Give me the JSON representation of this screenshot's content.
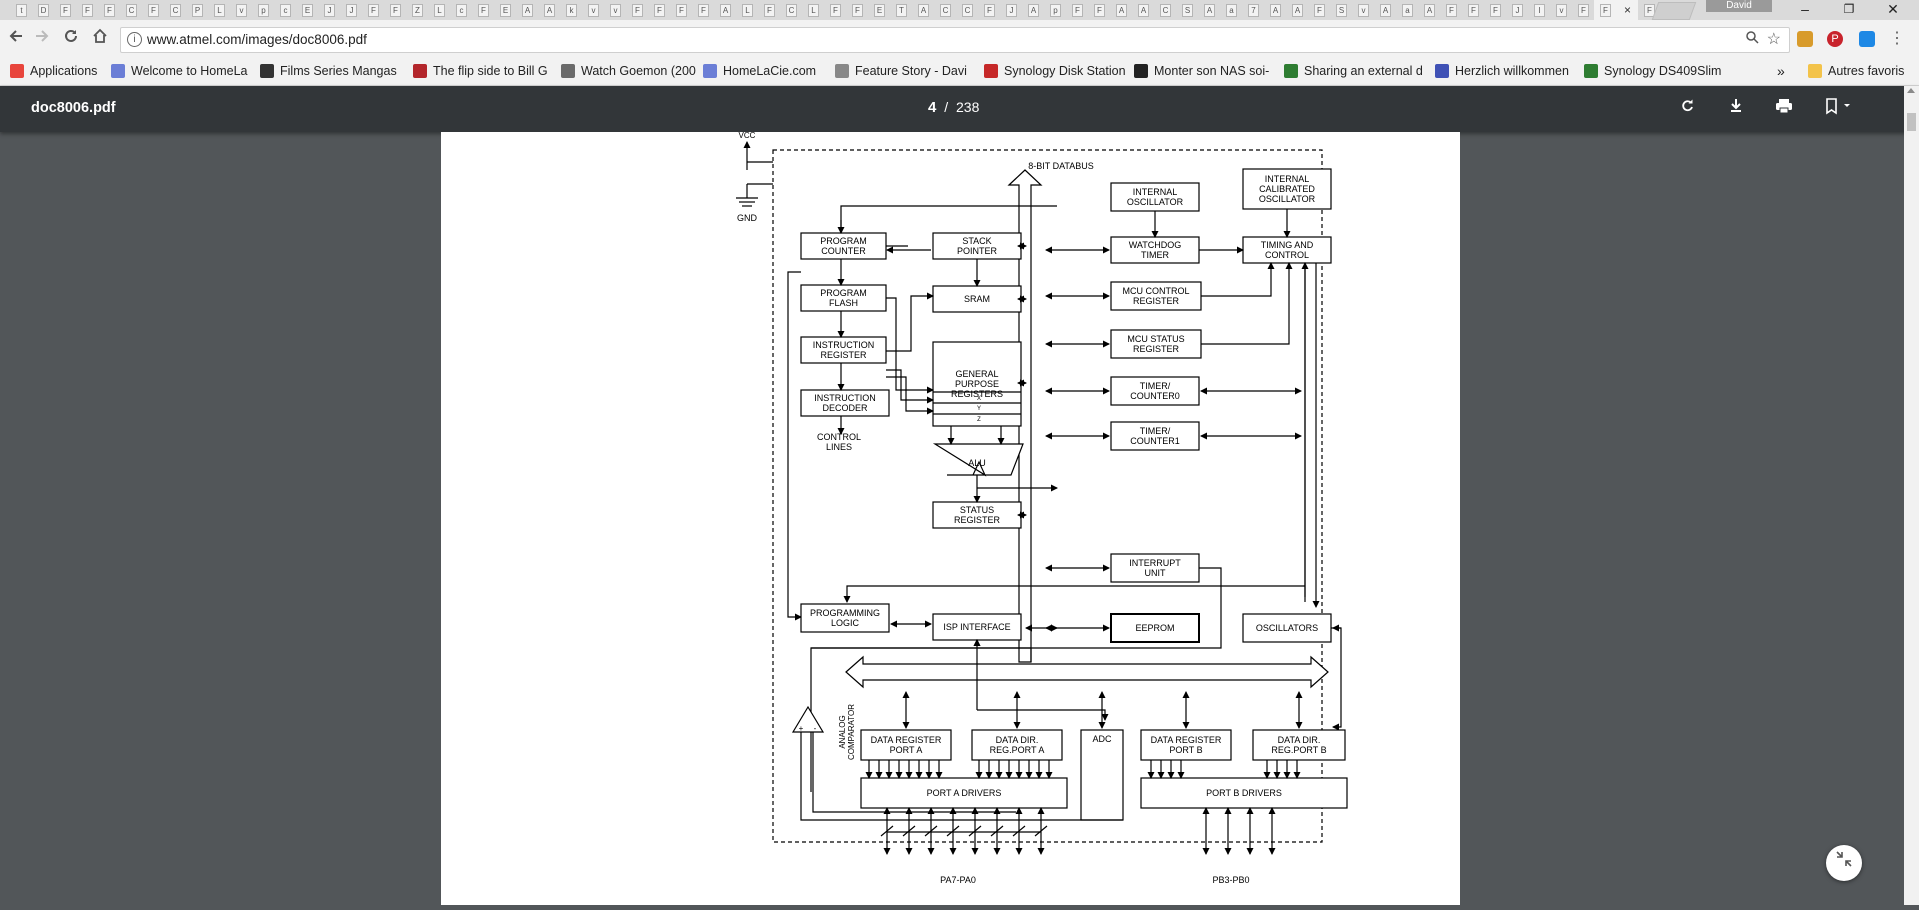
{
  "browser": {
    "tab_letters": [
      "t",
      "D",
      "F",
      "F",
      "F",
      "C",
      "F",
      "C",
      "P",
      "L",
      "v",
      "p",
      "c",
      "E",
      "J",
      "J",
      "F",
      "F",
      "Z",
      "L",
      "c",
      "F",
      "E",
      "A",
      "A",
      "k",
      "v",
      "v",
      "F",
      "F",
      "F",
      "F",
      "A",
      "L",
      "F",
      "C",
      "L",
      "F",
      "F",
      "E",
      "T",
      "A",
      "C",
      "C",
      "F",
      "J",
      "A",
      "p",
      "F",
      "F",
      "A",
      "A",
      "C",
      "S",
      "A",
      "a",
      "7",
      "A",
      "A",
      "F",
      "S",
      "v",
      "A",
      "a",
      "A",
      "F",
      "F",
      "F",
      "J",
      "I",
      "v",
      "F"
    ],
    "active_tab_letter": "F",
    "active_tab_close": "×",
    "after_tab_letters": [
      "F",
      "V"
    ],
    "profile_name": "David",
    "window": {
      "minimize": "–",
      "restore": "❐",
      "close": "✕"
    },
    "url": "www.atmel.com/images/doc8006.pdf",
    "bookmarks": [
      {
        "label": "Applications",
        "icon": "apps-grid-icon",
        "color": "#e8453c"
      },
      {
        "label": "Welcome to HomeLa",
        "icon": "feather-icon",
        "color": "#6b7ed6"
      },
      {
        "label": "Films Series Mangas",
        "icon": "dp-icon",
        "color": "#333333"
      },
      {
        "label": "The flip side to Bill G",
        "icon": "ni-icon",
        "color": "#b3262b"
      },
      {
        "label": "Watch Goemon (200",
        "icon": "folder-icon",
        "color": "#6a6a6a"
      },
      {
        "label": "HomeLaCie.com",
        "icon": "feather-icon",
        "color": "#6b7ed6"
      },
      {
        "label": "Feature Story - Davi",
        "icon": "page-icon",
        "color": "#888888"
      },
      {
        "label": "Synology Disk Station",
        "icon": "synology-icon",
        "color": "#c62828"
      },
      {
        "label": "Monter son NAS soi-",
        "icon": "tw-icon",
        "color": "#222222"
      },
      {
        "label": "Sharing an external d",
        "icon": "x-icon",
        "color": "#2e7d32"
      },
      {
        "label": "Herzlich willkommen",
        "icon": "stripes-icon",
        "color": "#3f51b5"
      },
      {
        "label": "Synology DS409Slim",
        "icon": "star-icon",
        "color": "#2e7d32"
      }
    ],
    "bookmarks_overflow": "»",
    "other_bookmarks": "Autres favoris"
  },
  "pdf": {
    "filename": "doc8006.pdf",
    "current_page": "4",
    "separator": "/",
    "total_pages": "238"
  },
  "diagram": {
    "vcc": "VCC",
    "gnd": "GND",
    "databus": "8-BIT DATABUS",
    "program_counter": [
      "PROGRAM",
      "COUNTER"
    ],
    "stack_pointer": [
      "STACK",
      "POINTER"
    ],
    "program_flash": [
      "PROGRAM",
      "FLASH"
    ],
    "sram": "SRAM",
    "instruction_register": [
      "INSTRUCTION",
      "REGISTER"
    ],
    "general_purpose_registers": [
      "GENERAL",
      "PURPOSE",
      "REGISTERS"
    ],
    "xyz": [
      "X",
      "Y",
      "Z"
    ],
    "instruction_decoder": [
      "INSTRUCTION",
      "DECODER"
    ],
    "control_lines": [
      "CONTROL",
      "LINES"
    ],
    "alu": "ALU",
    "status_register": [
      "STATUS",
      "REGISTER"
    ],
    "internal_oscillator": [
      "INTERNAL",
      "OSCILLATOR"
    ],
    "internal_calibrated_oscillator": [
      "INTERNAL",
      "CALIBRATED",
      "OSCILLATOR"
    ],
    "watchdog_timer": [
      "WATCHDOG",
      "TIMER"
    ],
    "timing_and_control": [
      "TIMING AND",
      "CONTROL"
    ],
    "mcu_control_register": [
      "MCU CONTROL",
      "REGISTER"
    ],
    "mcu_status_register": [
      "MCU STATUS",
      "REGISTER"
    ],
    "timer_counter0": [
      "TIMER/",
      "COUNTER0"
    ],
    "timer_counter1": [
      "TIMER/",
      "COUNTER1"
    ],
    "interrupt_unit": [
      "INTERRUPT",
      "UNIT"
    ],
    "programming_logic": [
      "PROGRAMMING",
      "LOGIC"
    ],
    "isp_interface": "ISP INTERFACE",
    "eeprom": "EEPROM",
    "oscillators": "OSCILLATORS",
    "analog_comparator": [
      "ANALOG",
      "COMPARATOR"
    ],
    "comparator_signs": [
      "+",
      "-"
    ],
    "data_register_port_a": [
      "DATA REGISTER",
      "PORT A"
    ],
    "data_dir_reg_port_a": [
      "DATA DIR.",
      "REG.PORT A"
    ],
    "adc": "ADC",
    "data_register_port_b": [
      "DATA REGISTER",
      "PORT B"
    ],
    "data_dir_reg_port_b": [
      "DATA DIR.",
      "REG.PORT B"
    ],
    "port_a_drivers": "PORT A DRIVERS",
    "port_b_drivers": "PORT B DRIVERS",
    "pa_pins": "PA7-PA0",
    "pb_pins": "PB3-PB0"
  }
}
